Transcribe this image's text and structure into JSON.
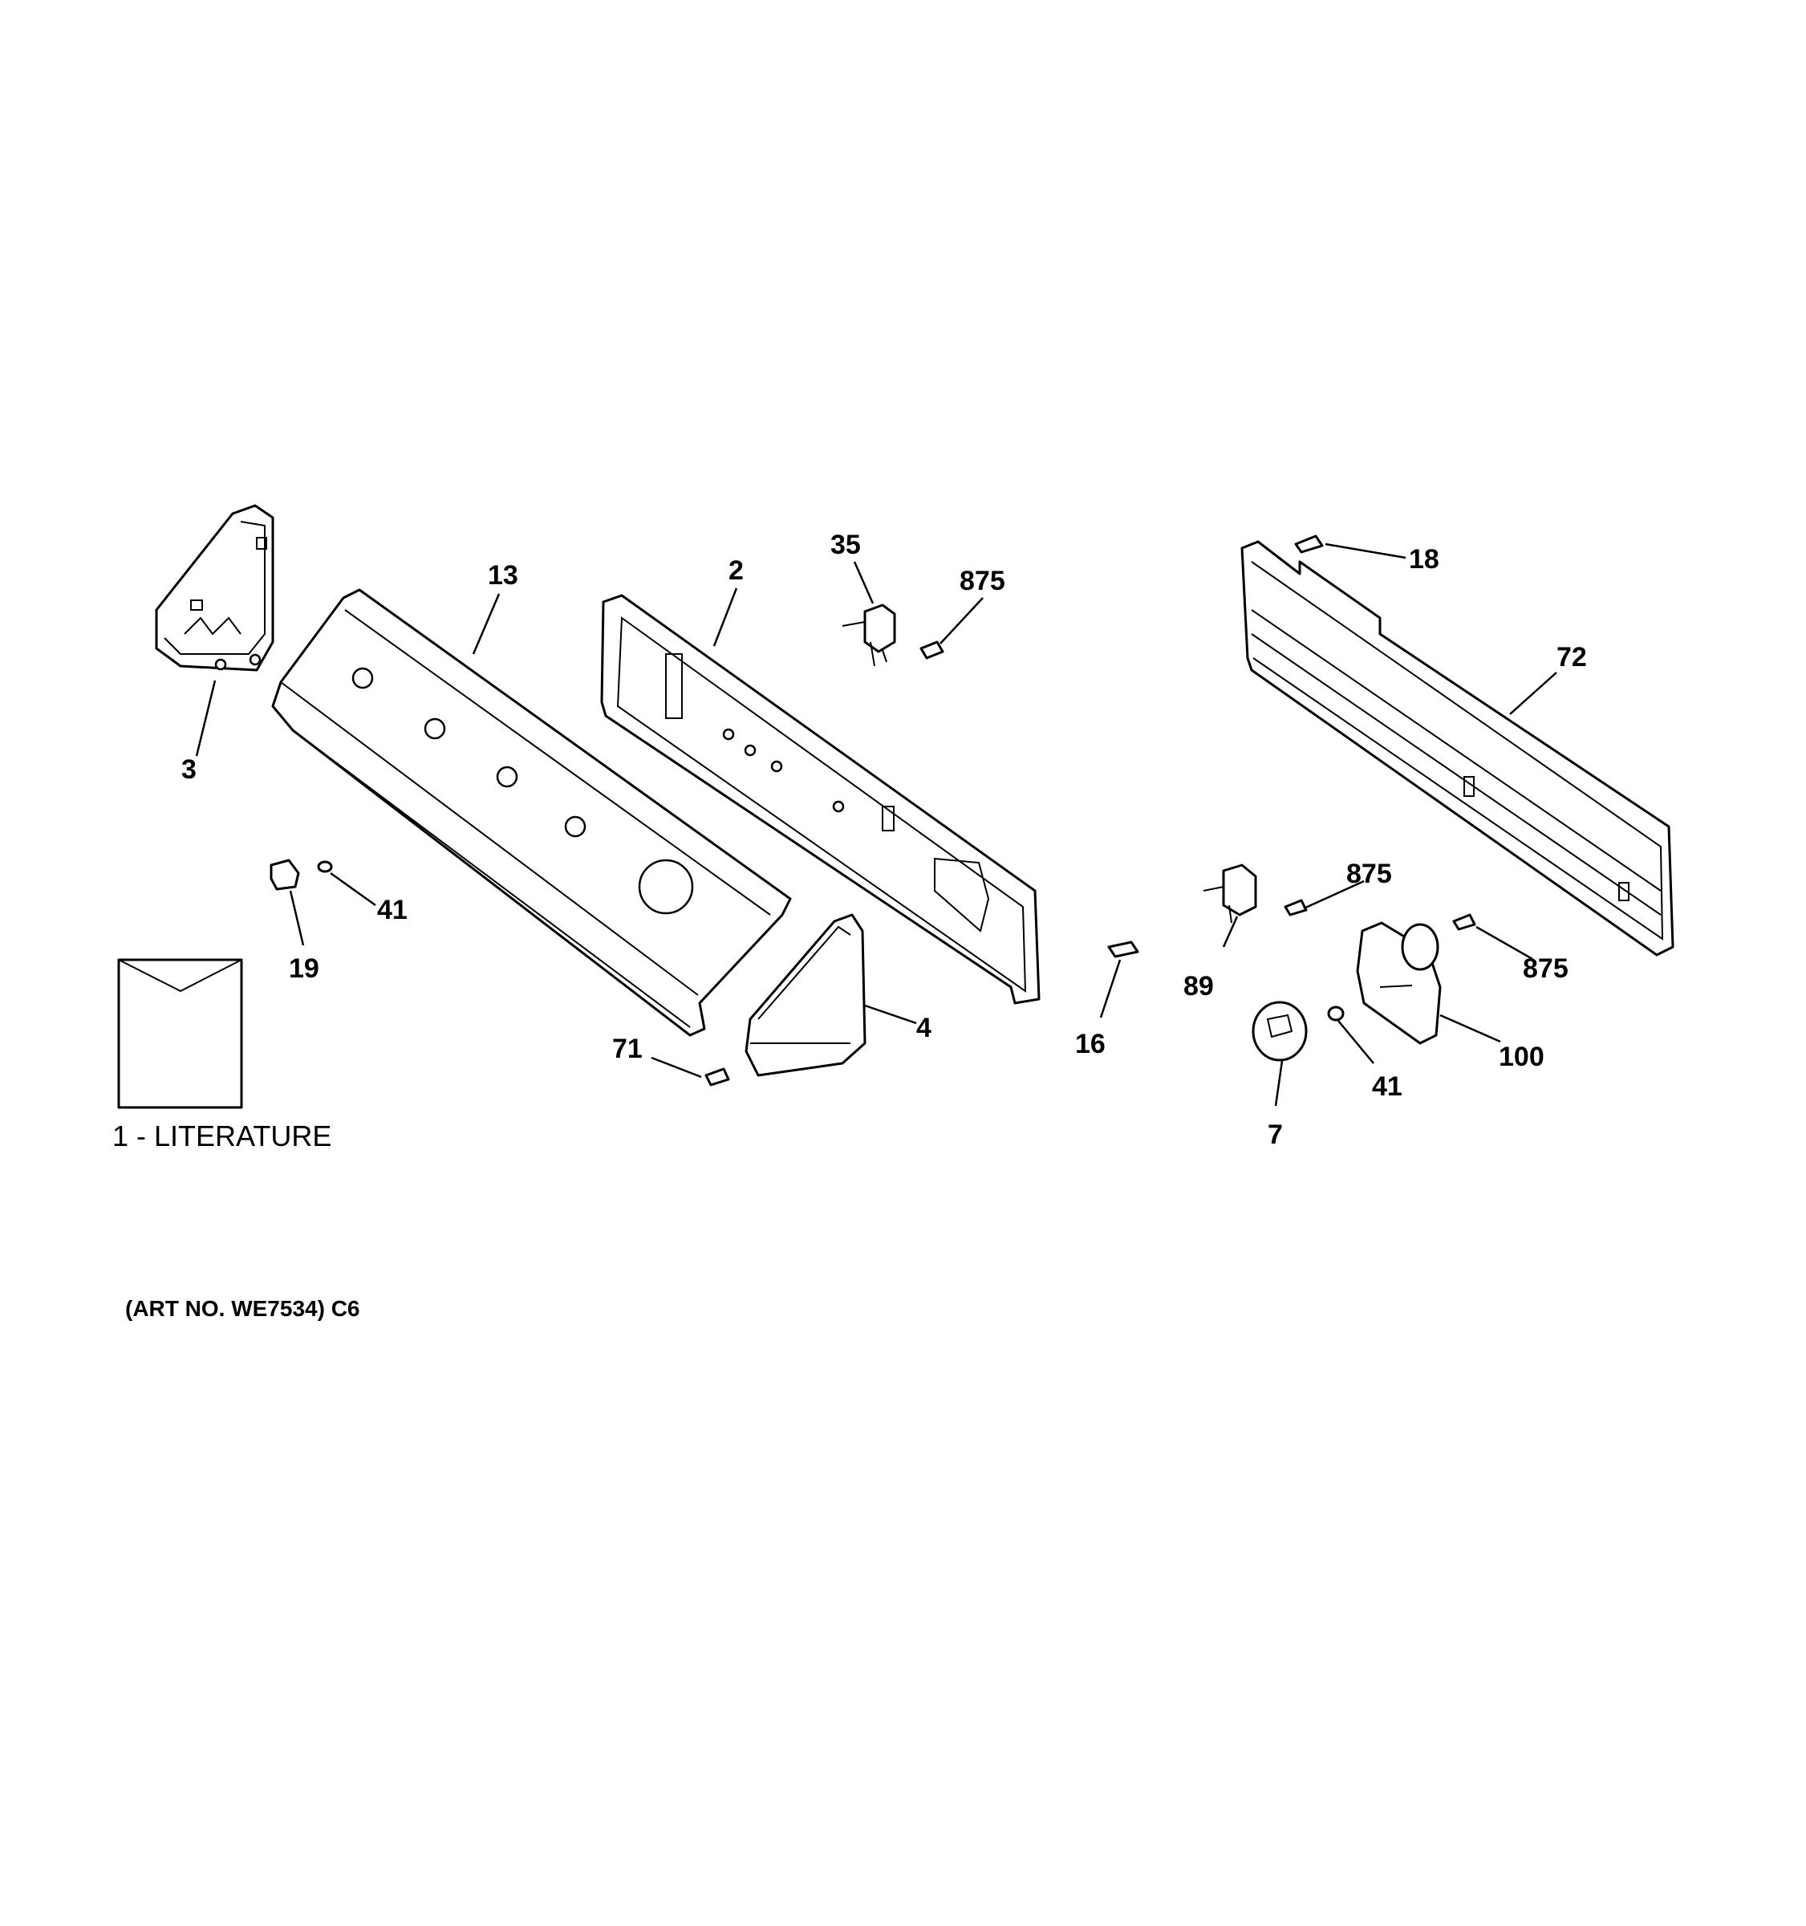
{
  "callouts": {
    "c3": "3",
    "c13": "13",
    "c2": "2",
    "c35": "35",
    "c875a": "875",
    "c18": "18",
    "c72": "72",
    "c41a": "41",
    "c19": "19",
    "c4": "4",
    "c71": "71",
    "c875b": "875",
    "c89": "89",
    "c16": "16",
    "c875c": "875",
    "c100": "100",
    "c41b": "41",
    "c7": "7"
  },
  "literature_label": "1 - LITERATURE",
  "art_number": "(ART NO. WE7534) C6"
}
